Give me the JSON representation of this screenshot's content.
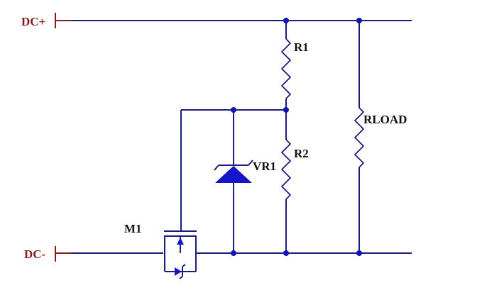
{
  "terminals": {
    "positive": "DC+",
    "negative": "DC-"
  },
  "components": {
    "r1": "R1",
    "r2": "R2",
    "rload": "RLOAD",
    "vr1": "VR1",
    "m1": "M1"
  },
  "colors": {
    "wire": "#1c1c7a",
    "terminal": "#8b1a1a",
    "zener_fill": "#1414c8",
    "node": "#1414b4",
    "label": "#111111"
  }
}
